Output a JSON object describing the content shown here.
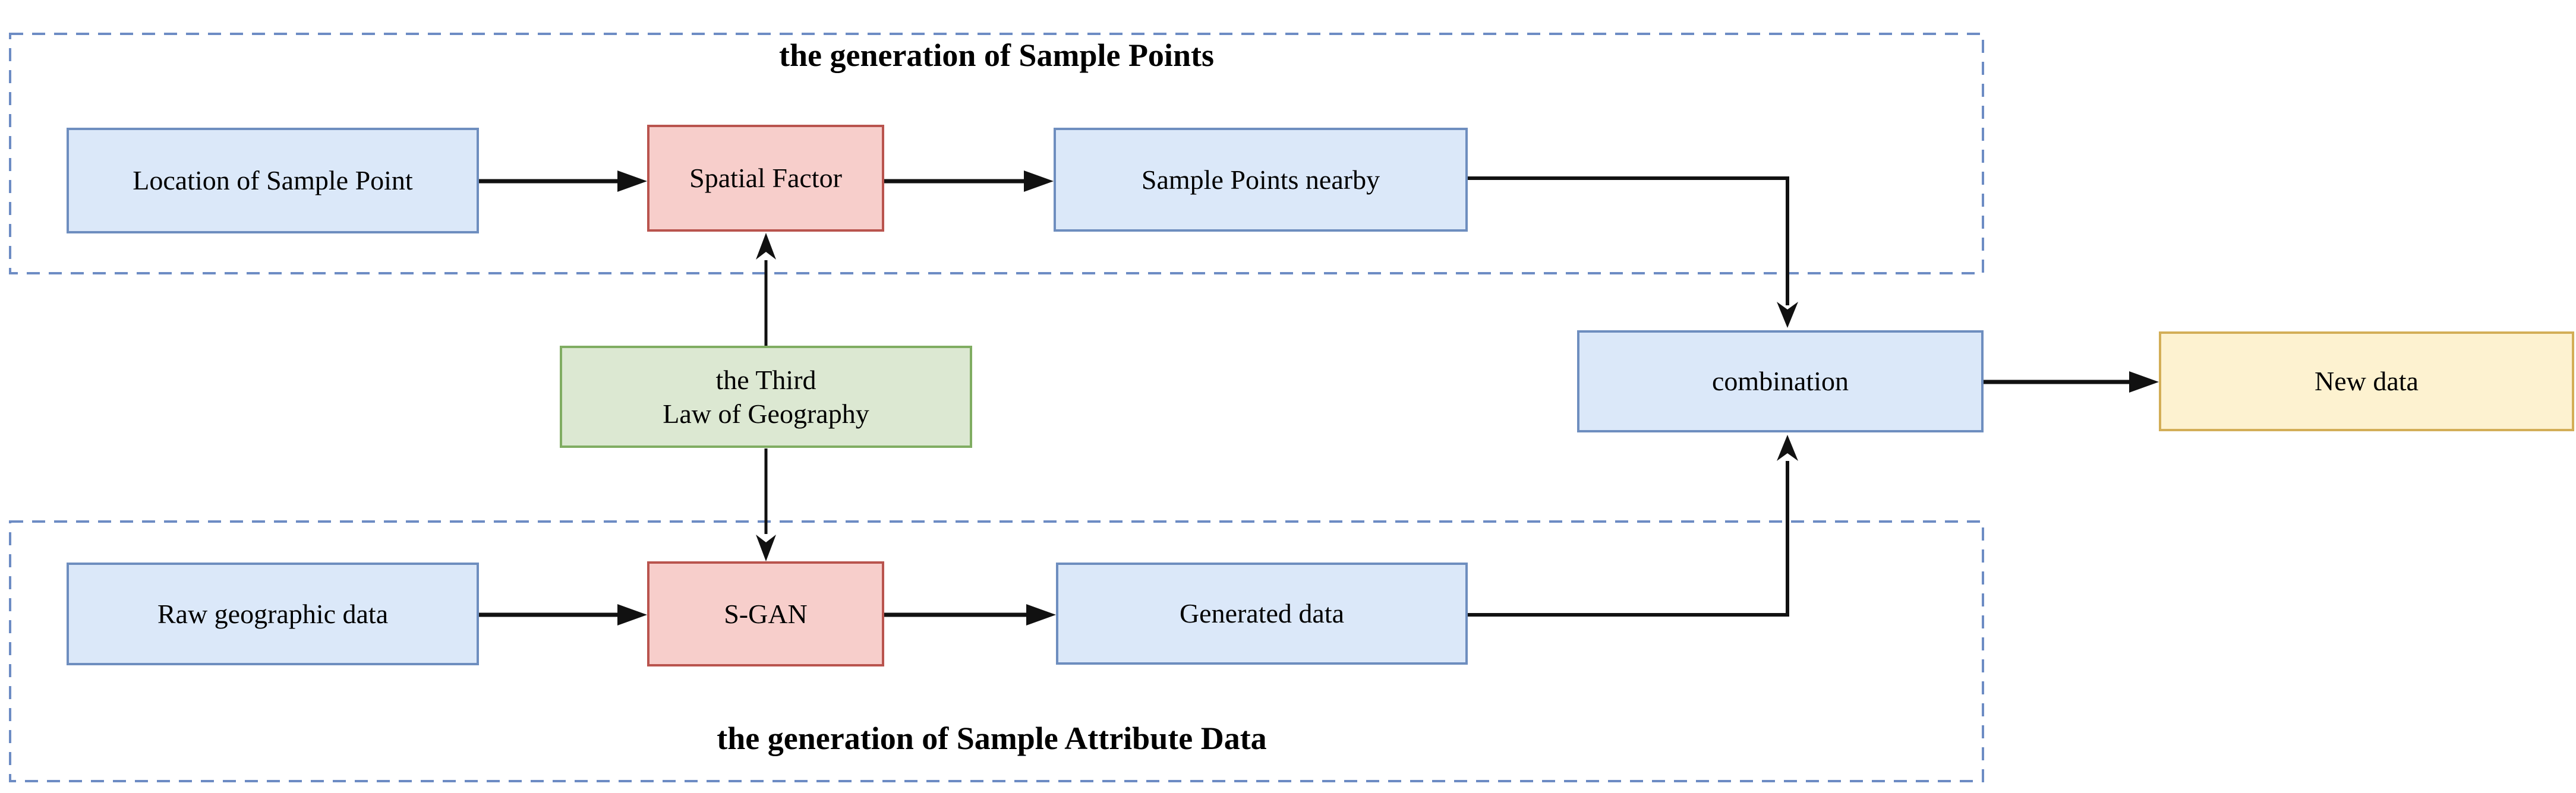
{
  "figure": {
    "groups": [
      {
        "id": "sample-points",
        "title": "the generation of Sample Points"
      },
      {
        "id": "sample-attribute-data",
        "title": "the generation of Sample Attribute Data"
      }
    ],
    "nodes": {
      "location": {
        "label": "Location of Sample Point",
        "type": "blue"
      },
      "spatial_factor": {
        "label": "Spatial Factor",
        "type": "red"
      },
      "nearby": {
        "label": "Sample Points nearby",
        "type": "blue"
      },
      "third_law": {
        "label": "the Third\nLaw of Geography",
        "type": "green"
      },
      "raw_geo": {
        "label": "Raw geographic data",
        "type": "blue"
      },
      "s_gan": {
        "label": "S-GAN",
        "type": "red"
      },
      "generated": {
        "label": "Generated data",
        "type": "blue"
      },
      "combination": {
        "label": "combination",
        "type": "blue"
      },
      "new_data": {
        "label": "New data",
        "type": "yellow"
      }
    },
    "edges": [
      "location -> spatial_factor",
      "spatial_factor -> nearby",
      "nearby -> combination",
      "third_law -> spatial_factor",
      "third_law -> s_gan",
      "raw_geo -> s_gan",
      "s_gan -> generated",
      "generated -> combination",
      "combination -> new_data"
    ],
    "palette": {
      "blue_fill": "#dbe8f9",
      "blue_border": "#6e8ebf",
      "red_fill": "#f7cecb",
      "red_border": "#b9544e",
      "green_fill": "#dce8d2",
      "green_border": "#80ad62",
      "yellow_fill": "#fdf2d0",
      "yellow_border": "#d3ae57",
      "dashed_border": "#6d8cc4",
      "arrow": "#111111",
      "text": "#000000"
    }
  }
}
